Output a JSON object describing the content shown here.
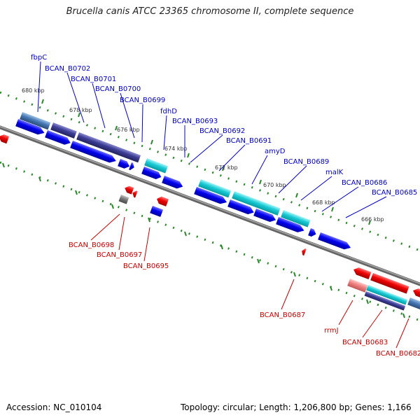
{
  "title": "Brucella canis ATCC 23365 chromosome II, complete sequence",
  "accession": "Accession: NC_010104",
  "summary": "Topology: circular; Length: 1,206,800 bp; Genes: 1,166",
  "kbp_ticks": [
    "680 kbp",
    "678 kbp",
    "676 kbp",
    "674 kbp",
    "672 kbp",
    "670 kbp",
    "668 kbp",
    "666 kbp"
  ],
  "forward_genes": [
    "fbpC",
    "BCAN_B0702",
    "BCAN_B0701",
    "BCAN_B0700",
    "BCAN_B0699",
    "fdhD",
    "BCAN_B0693",
    "BCAN_B0692",
    "BCAN_B0691",
    "amyD",
    "BCAN_B0689",
    "malK",
    "BCAN_B0686",
    "BCAN_B0685"
  ],
  "reverse_genes": [
    "BCAN_B0698",
    "BCAN_B0697",
    "BCAN_B0695",
    "BCAN_B0687",
    "rrmJ",
    "BCAN_B0683",
    "BCAN_B0682"
  ],
  "colors": {
    "forward_cds": "#0000ee",
    "reverse_cds": "#ee0000",
    "cog_cyan": "#00c8d2",
    "cog_navy": "#3c3c96",
    "cog_steel": "#4678b4",
    "cog_gray": "#787878",
    "cog_pink": "#f08080",
    "backbone": "#808080",
    "tick_green": "#2a8a2a"
  }
}
